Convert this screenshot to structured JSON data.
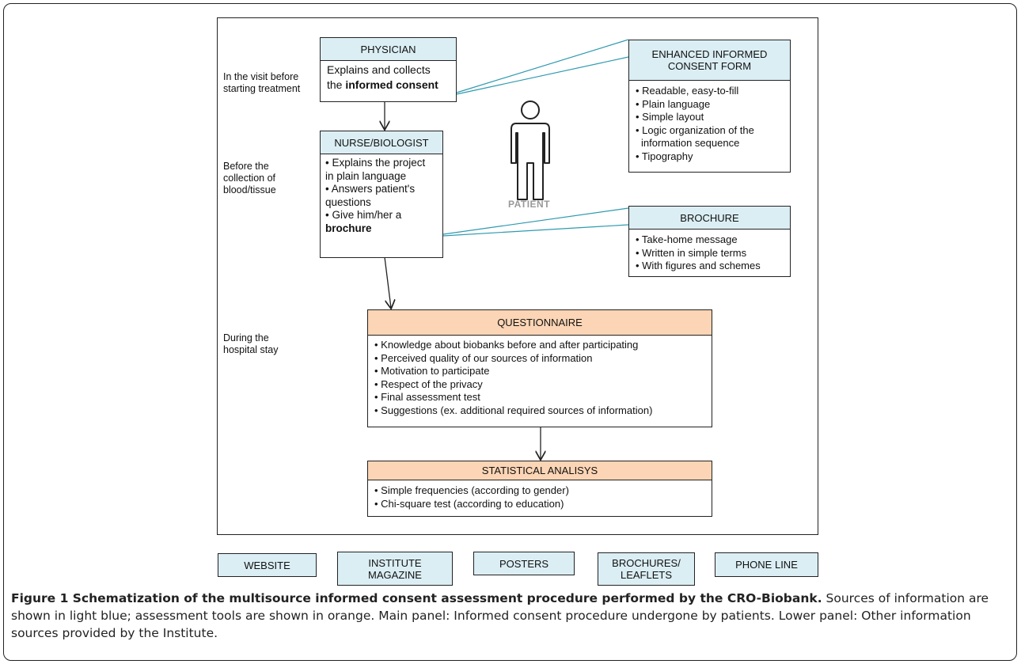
{
  "stages": {
    "stage1": [
      "In the visit before",
      "starting treatment"
    ],
    "stage2": [
      "Before the",
      "collection of",
      "blood/tissue"
    ],
    "stage3": [
      "During the",
      "hospital stay"
    ]
  },
  "physician": {
    "title": "PHYSICIAN",
    "line1": "Explains and collects",
    "line2_prefix": "the ",
    "line2_bold": "informed consent"
  },
  "nurse": {
    "title": "NURSE/BIOLOGIST",
    "lines": [
      "• Explains the project",
      "in plain language",
      "• Answers patient's",
      "questions",
      "• Give him/her a"
    ],
    "bold_line": "brochure"
  },
  "patient": {
    "label": "PATIENT"
  },
  "consent_form": {
    "title_lines": [
      "ENHANCED INFORMED",
      "CONSENT FORM"
    ],
    "items": [
      "• Readable, easy-to-fill",
      "• Plain language",
      "• Simple layout",
      "• Logic organization of the",
      "information sequence",
      "• Tipography"
    ]
  },
  "brochure": {
    "title": "BROCHURE",
    "items": [
      "• Take-home message",
      "• Written in simple terms",
      "• With figures and schemes"
    ]
  },
  "questionnaire": {
    "title": "QUESTIONNAIRE",
    "items": [
      "• Knowledge about biobanks before and after participating",
      "• Perceived quality of  our sources of information",
      "• Motivation to participate",
      "• Respect of the privacy",
      "• Final assessment test",
      "• Suggestions (ex. additional required sources of information)"
    ]
  },
  "analysis": {
    "title": "STATISTICAL ANALISYS",
    "items": [
      "• Simple frequencies (according to gender)",
      "• Chi-square test (according to education)"
    ]
  },
  "sources": {
    "website": "WEBSITE",
    "magazine": [
      "INSTITUTE",
      "MAGAZINE"
    ],
    "posters": "POSTERS",
    "brochures": [
      "BROCHURES/",
      "LEAFLETS"
    ],
    "phone": "PHONE LINE"
  },
  "caption": {
    "bold": "Figure 1 Schematization of the multisource informed consent assessment procedure performed by the CRO-Biobank.",
    "text": " Sources of information are shown in light blue; assessment tools are shown in orange. Main panel: Informed consent procedure undergone by patients. Lower panel: Other information sources provided by the Institute."
  },
  "colors": {
    "source_blue": "#dbeef4",
    "tool_orange": "#fbd5b5",
    "connector": "#2f9ab0"
  }
}
